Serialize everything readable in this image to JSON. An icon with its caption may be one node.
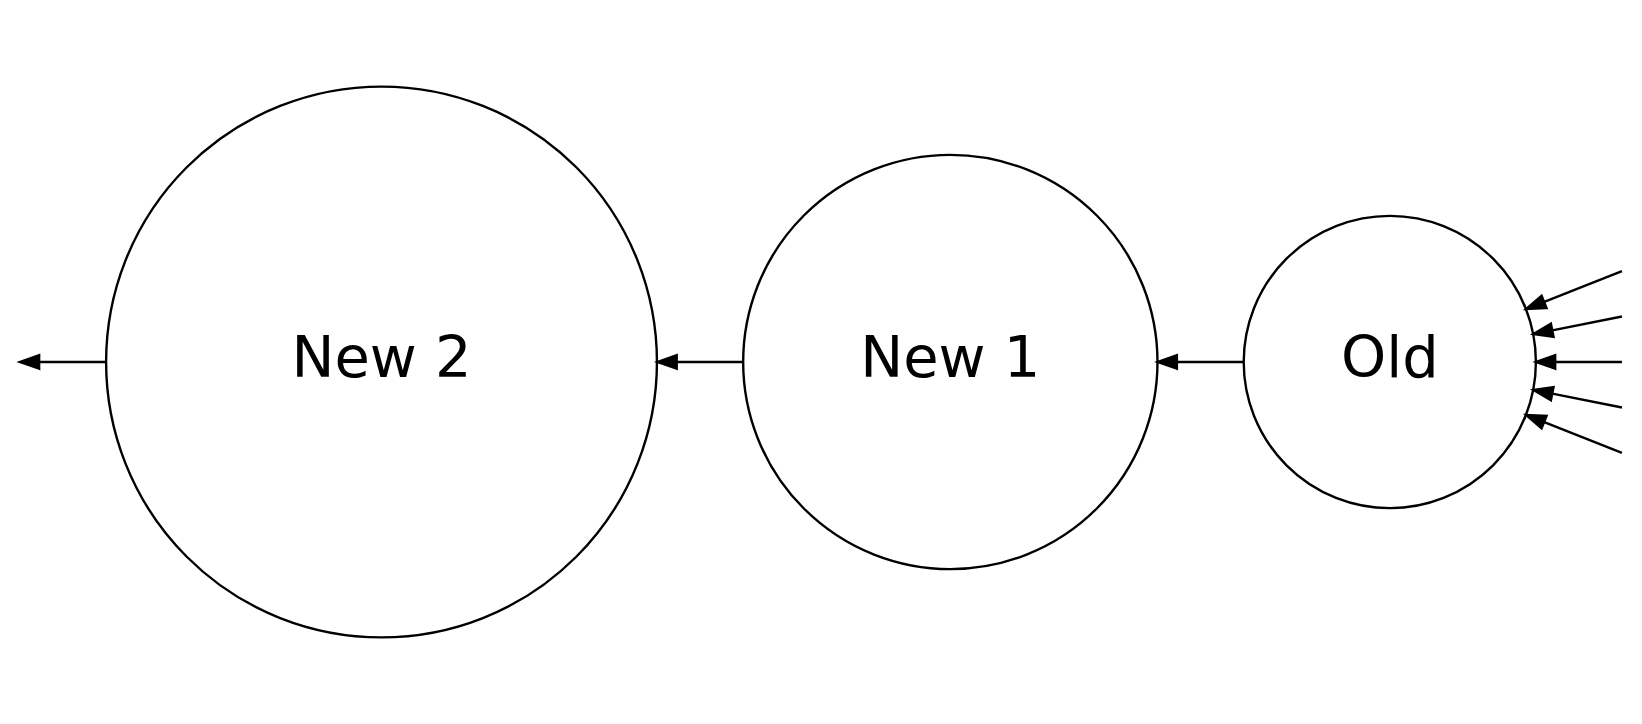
{
  "diagram": {
    "nodes": [
      {
        "text": [
          "New 2"
        ]
      },
      {
        "text": [
          "New 1"
        ]
      },
      {
        "text": [
          "Old"
        ]
      }
    ],
    "edges": [
      {
        "from": 2,
        "to": 1,
        "arrow": "to"
      },
      {
        "from": 1,
        "to": 0,
        "arrow": "to"
      },
      {
        "from": 0,
        "to": null,
        "arrow": "to"
      },
      {
        "from": null,
        "to": 2,
        "arrow": "to"
      },
      {
        "from": null,
        "to": 2,
        "arrow": "to"
      },
      {
        "from": null,
        "to": 2,
        "arrow": "to"
      },
      {
        "from": null,
        "to": 2,
        "arrow": "to"
      },
      {
        "from": null,
        "to": 2,
        "arrow": "to"
      }
    ]
  }
}
